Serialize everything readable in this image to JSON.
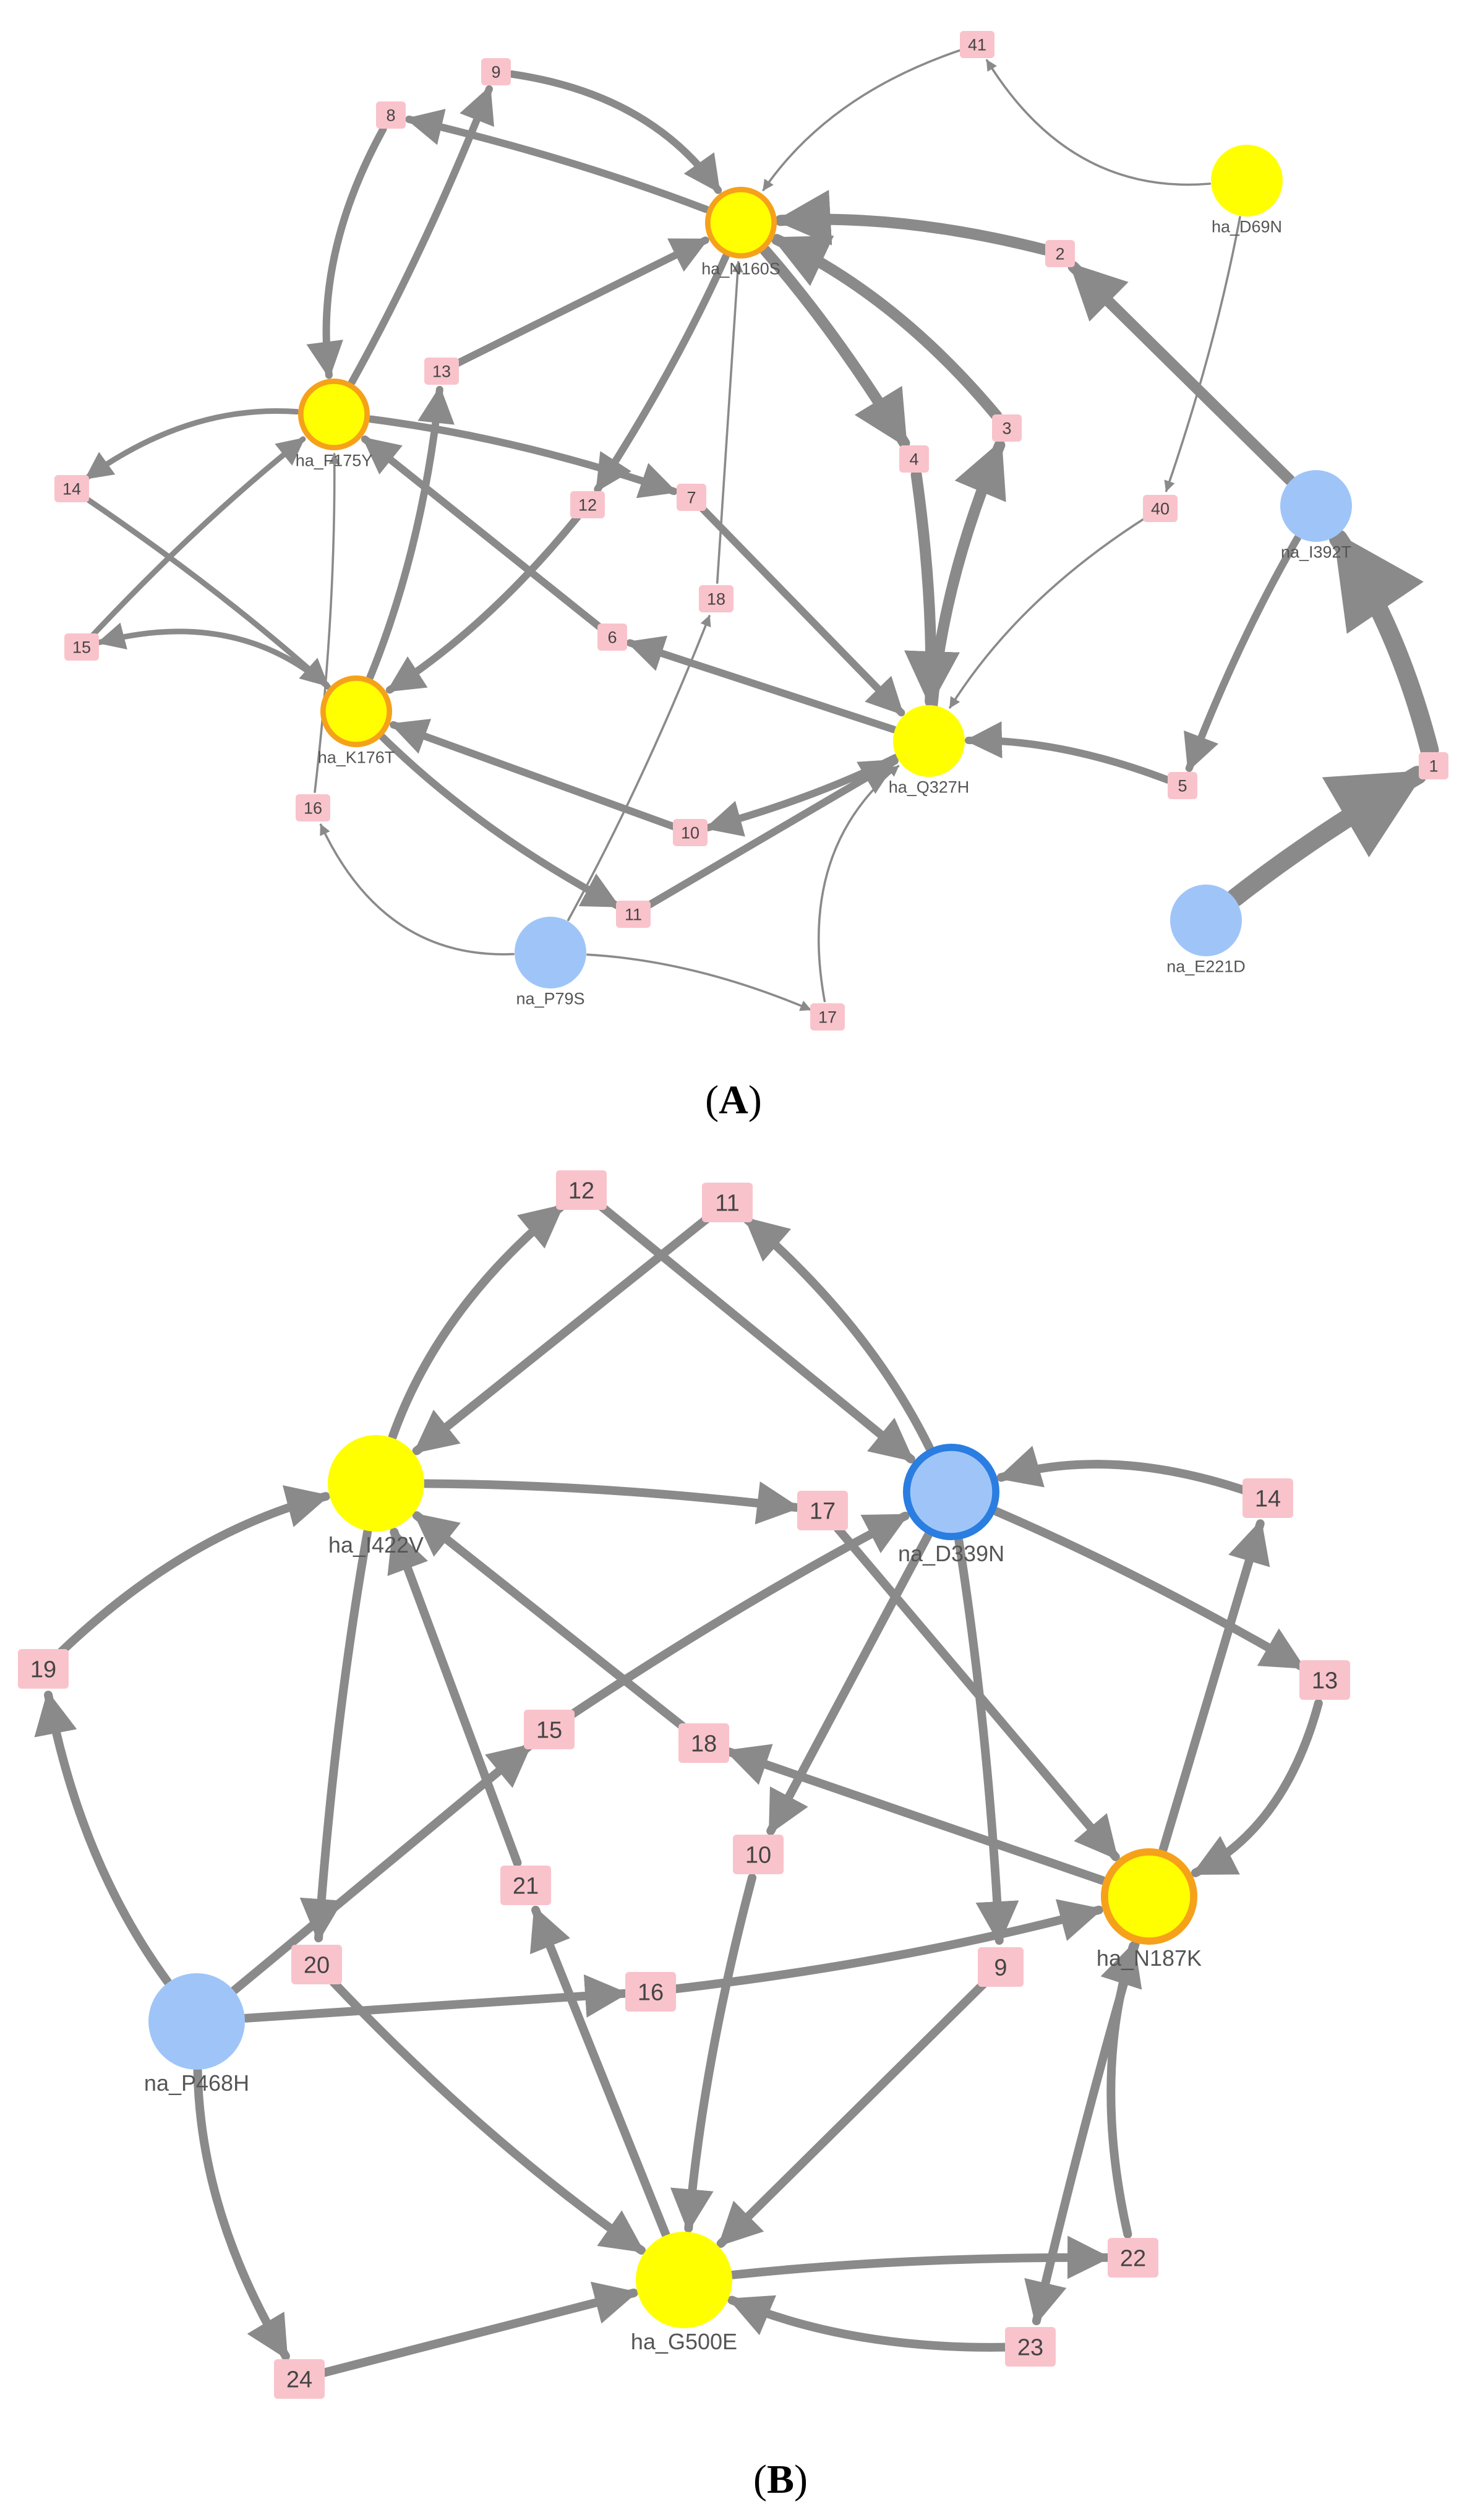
{
  "colors": {
    "ha_node": "#ffff00",
    "na_node": "#9fc5f8",
    "highlight_ring": "#f6a11a",
    "blue_ring": "#2a7de1",
    "edge": "#8a8a8a",
    "edge_label_bg": "#f9c3cb"
  },
  "panels": [
    {
      "id": "A",
      "caption": {
        "open": "(",
        "letter": "A",
        "close": ")"
      },
      "nodes": [
        {
          "id": "ha_N160S",
          "label": "ha_N160S",
          "kind": "ha",
          "ring": "orange"
        },
        {
          "id": "ha_D69N",
          "label": "ha_D69N",
          "kind": "ha",
          "ring": "none"
        },
        {
          "id": "ha_F175Y",
          "label": "ha_F175Y",
          "kind": "ha",
          "ring": "orange"
        },
        {
          "id": "ha_K176T",
          "label": "ha_K176T",
          "kind": "ha",
          "ring": "orange"
        },
        {
          "id": "ha_Q327H",
          "label": "ha_Q327H",
          "kind": "ha",
          "ring": "none"
        },
        {
          "id": "na_I392T",
          "label": "na_I392T",
          "kind": "na",
          "ring": "none"
        },
        {
          "id": "na_P79S",
          "label": "na_P79S",
          "kind": "na",
          "ring": "none"
        },
        {
          "id": "na_E221D",
          "label": "na_E221D",
          "kind": "na",
          "ring": "none"
        }
      ],
      "edge_labels": [
        "1",
        "2",
        "3",
        "4",
        "5",
        "6",
        "7",
        "8",
        "9",
        "10",
        "11",
        "12",
        "13",
        "14",
        "15",
        "16",
        "17",
        "18",
        "40",
        "41"
      ],
      "edges": [
        {
          "from": "na_E221D",
          "to": "1",
          "weight": 5
        },
        {
          "from": "1",
          "to": "na_I392T",
          "weight": 5
        },
        {
          "from": "na_I392T",
          "to": "2",
          "weight": 3
        },
        {
          "from": "2",
          "to": "ha_N160S",
          "weight": 3
        },
        {
          "from": "ha_Q327H",
          "to": "3",
          "weight": 3
        },
        {
          "from": "3",
          "to": "ha_N160S",
          "weight": 3
        },
        {
          "from": "ha_N160S",
          "to": "4",
          "weight": 3
        },
        {
          "from": "4",
          "to": "ha_Q327H",
          "weight": 3
        },
        {
          "from": "na_I392T",
          "to": "5",
          "weight": 2
        },
        {
          "from": "5",
          "to": "ha_Q327H",
          "weight": 2
        },
        {
          "from": "ha_Q327H",
          "to": "6",
          "weight": 2
        },
        {
          "from": "6",
          "to": "ha_F175Y",
          "weight": 2
        },
        {
          "from": "ha_F175Y",
          "to": "7",
          "weight": 2
        },
        {
          "from": "7",
          "to": "ha_Q327H",
          "weight": 2
        },
        {
          "from": "ha_N160S",
          "to": "8",
          "weight": 2
        },
        {
          "from": "8",
          "to": "ha_F175Y",
          "weight": 2
        },
        {
          "from": "ha_F175Y",
          "to": "9",
          "weight": 2
        },
        {
          "from": "9",
          "to": "ha_N160S",
          "weight": 2
        },
        {
          "from": "ha_Q327H",
          "to": "10",
          "weight": 2
        },
        {
          "from": "10",
          "to": "ha_K176T",
          "weight": 2
        },
        {
          "from": "ha_K176T",
          "to": "11",
          "weight": 2
        },
        {
          "from": "11",
          "to": "ha_Q327H",
          "weight": 2
        },
        {
          "from": "ha_N160S",
          "to": "12",
          "weight": 2
        },
        {
          "from": "12",
          "to": "ha_K176T",
          "weight": 2
        },
        {
          "from": "ha_K176T",
          "to": "13",
          "weight": 2
        },
        {
          "from": "13",
          "to": "ha_N160S",
          "weight": 2
        },
        {
          "from": "ha_F175Y",
          "to": "14",
          "weight": 1.5
        },
        {
          "from": "14",
          "to": "ha_K176T",
          "weight": 1.5
        },
        {
          "from": "ha_K176T",
          "to": "15",
          "weight": 1.5
        },
        {
          "from": "15",
          "to": "ha_F175Y",
          "weight": 1.5
        },
        {
          "from": "na_P79S",
          "to": "16",
          "weight": 0.6
        },
        {
          "from": "16",
          "to": "ha_F175Y",
          "weight": 0.6
        },
        {
          "from": "na_P79S",
          "to": "17",
          "weight": 0.6
        },
        {
          "from": "17",
          "to": "ha_Q327H",
          "weight": 0.6
        },
        {
          "from": "na_P79S",
          "to": "18",
          "weight": 0.6
        },
        {
          "from": "18",
          "to": "ha_N160S",
          "weight": 0.6
        },
        {
          "from": "ha_D69N",
          "to": "40",
          "weight": 0.6
        },
        {
          "from": "40",
          "to": "ha_Q327H",
          "weight": 0.6
        },
        {
          "from": "ha_D69N",
          "to": "41",
          "weight": 0.6
        },
        {
          "from": "41",
          "to": "ha_N160S",
          "weight": 0.6
        }
      ]
    },
    {
      "id": "B",
      "caption": {
        "open": "(",
        "letter": "B",
        "close": ")"
      },
      "nodes": [
        {
          "id": "ha_I422V",
          "label": "ha_I422V",
          "kind": "ha",
          "ring": "none"
        },
        {
          "id": "na_D339N",
          "label": "na_D339N",
          "kind": "na",
          "ring": "blue"
        },
        {
          "id": "ha_N187K",
          "label": "ha_N187K",
          "kind": "ha",
          "ring": "orange"
        },
        {
          "id": "na_P468H",
          "label": "na_P468H",
          "kind": "na",
          "ring": "none"
        },
        {
          "id": "ha_G500E",
          "label": "ha_G500E",
          "kind": "ha",
          "ring": "none"
        }
      ],
      "edge_labels": [
        "9",
        "10",
        "11",
        "12",
        "13",
        "14",
        "15",
        "16",
        "17",
        "18",
        "19",
        "20",
        "21",
        "22",
        "23",
        "24"
      ],
      "edges": [
        {
          "from": "na_D339N",
          "to": "9",
          "weight": 2
        },
        {
          "from": "9",
          "to": "ha_G500E",
          "weight": 2
        },
        {
          "from": "na_D339N",
          "to": "10",
          "weight": 2
        },
        {
          "from": "10",
          "to": "ha_G500E",
          "weight": 2
        },
        {
          "from": "na_D339N",
          "to": "11",
          "weight": 2
        },
        {
          "from": "11",
          "to": "ha_I422V",
          "weight": 2
        },
        {
          "from": "ha_I422V",
          "to": "12",
          "weight": 2
        },
        {
          "from": "12",
          "to": "na_D339N",
          "weight": 2
        },
        {
          "from": "na_D339N",
          "to": "13",
          "weight": 2
        },
        {
          "from": "13",
          "to": "ha_N187K",
          "weight": 2
        },
        {
          "from": "ha_N187K",
          "to": "14",
          "weight": 2
        },
        {
          "from": "14",
          "to": "na_D339N",
          "weight": 2
        },
        {
          "from": "na_P468H",
          "to": "15",
          "weight": 2
        },
        {
          "from": "15",
          "to": "na_D339N",
          "weight": 2
        },
        {
          "from": "na_P468H",
          "to": "16",
          "weight": 2
        },
        {
          "from": "16",
          "to": "ha_N187K",
          "weight": 2
        },
        {
          "from": "ha_I422V",
          "to": "17",
          "weight": 2
        },
        {
          "from": "17",
          "to": "ha_N187K",
          "weight": 2
        },
        {
          "from": "ha_N187K",
          "to": "18",
          "weight": 2
        },
        {
          "from": "18",
          "to": "ha_I422V",
          "weight": 2
        },
        {
          "from": "na_P468H",
          "to": "19",
          "weight": 2
        },
        {
          "from": "19",
          "to": "ha_I422V",
          "weight": 2
        },
        {
          "from": "ha_I422V",
          "to": "20",
          "weight": 2
        },
        {
          "from": "20",
          "to": "ha_G500E",
          "weight": 2
        },
        {
          "from": "ha_G500E",
          "to": "21",
          "weight": 2
        },
        {
          "from": "21",
          "to": "ha_I422V",
          "weight": 2
        },
        {
          "from": "ha_G500E",
          "to": "22",
          "weight": 2
        },
        {
          "from": "22",
          "to": "ha_N187K",
          "weight": 2
        },
        {
          "from": "ha_N187K",
          "to": "23",
          "weight": 2
        },
        {
          "from": "23",
          "to": "ha_G500E",
          "weight": 2
        },
        {
          "from": "na_P468H",
          "to": "24",
          "weight": 2
        },
        {
          "from": "24",
          "to": "ha_G500E",
          "weight": 2
        }
      ]
    }
  ]
}
